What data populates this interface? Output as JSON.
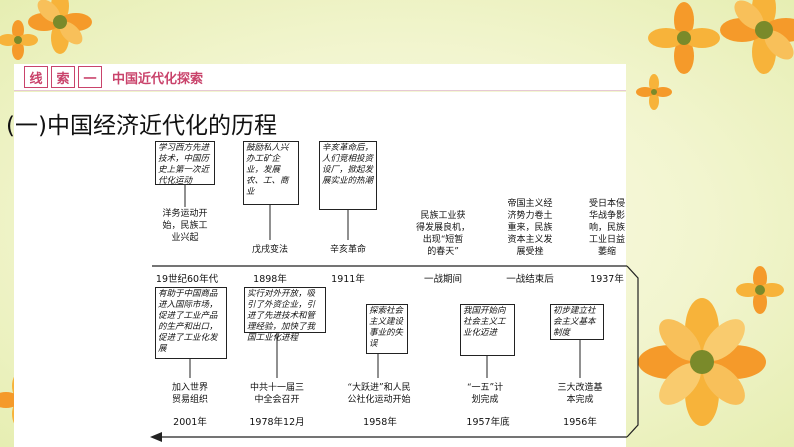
{
  "header": {
    "tags": [
      "线",
      "索",
      "一"
    ],
    "title": "中国近代化探索"
  },
  "section_title": "(一)中国经济近代化的历程",
  "upper": {
    "boxes": [
      {
        "text": "学习西方先进技术，中国历史上第一次近代化运动"
      },
      {
        "text": "鼓励私人兴办工矿企业，发展农、工、商业"
      },
      {
        "text": "辛亥革命后，人们竞相投资设厂，掀起发展实业的热潮"
      }
    ],
    "events": [
      "洋务运动开\n始，民族工\n业兴起",
      "戊戌变法",
      "辛亥革命",
      "民族工业获\n得发展良机，\n出现“短暂\n的春天”",
      "帝国主义经\n济势力卷土\n重来，民族\n资本主义发\n展受挫",
      "受日本侵\n华战争影\n响，民族\n工业日益\n萎缩"
    ],
    "dates": [
      "19世纪60年代",
      "1898年",
      "1911年",
      "一战期间",
      "一战结束后",
      "1937年"
    ]
  },
  "lower": {
    "boxes": [
      {
        "text": "有助于中国商品进入国际市场，促进了工业产品的生产和出口，促进了工业化发展"
      },
      {
        "text": "实行对外开放，吸引了外资企业，引进了先进技术和管理经验，加快了我国工业化进程"
      },
      {
        "text": "探索社会主义建设事业的失误"
      },
      {
        "text": "我国开始向社会主义工业化迈进"
      },
      {
        "text": "初步建立社会主义基本制度"
      }
    ],
    "events": [
      "加入世界\n贸易组织",
      "中共十一届三\n中全会召开",
      "“大跃进”和人民\n公社化运动开始",
      "“一五”计\n划完成",
      "三大改造基\n本完成"
    ],
    "dates": [
      "2001年",
      "1978年12月",
      "1958年",
      "1957年底",
      "1956年"
    ]
  },
  "colors": {
    "accent": "#c9436b",
    "background": "#f2f5cf",
    "flower_petal": "#f5a623",
    "flower_center": "#7a8a2a"
  },
  "decorations": [
    "flower-icon",
    "flower-icon",
    "flower-icon",
    "flower-icon"
  ]
}
